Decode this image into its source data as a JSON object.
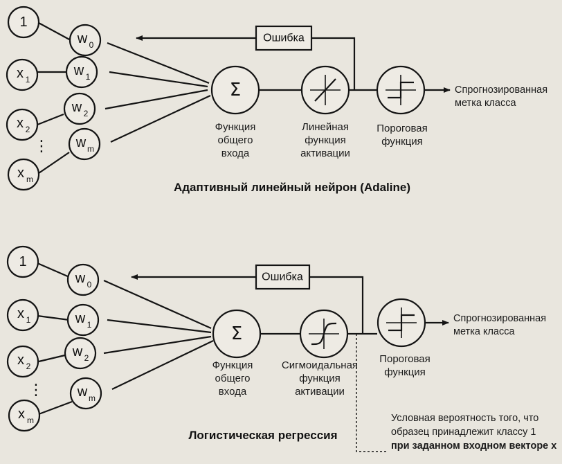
{
  "adaline": {
    "inputs": [
      "1",
      "x",
      "x",
      "x"
    ],
    "input_subs": [
      "",
      "1",
      "2",
      "m"
    ],
    "weights": [
      "w",
      "w",
      "w",
      "w"
    ],
    "weight_subs": [
      "0",
      "1",
      "2",
      "m"
    ],
    "sum_symbol": "Σ",
    "error_label": "Ошибка",
    "net_input_caption": [
      "Функция",
      "общего",
      "входа"
    ],
    "activation_caption": [
      "Линейная",
      "функция",
      "активации"
    ],
    "threshold_caption": [
      "Пороговая",
      "функция"
    ],
    "output_caption": [
      "Спрогнозированная",
      "метка класса"
    ],
    "title": "Адаптивный линейный нейрон (Adaline)"
  },
  "logistic": {
    "inputs": [
      "1",
      "x",
      "x",
      "x"
    ],
    "input_subs": [
      "",
      "1",
      "2",
      "m"
    ],
    "weights": [
      "w",
      "w",
      "w",
      "w"
    ],
    "weight_subs": [
      "0",
      "1",
      "2",
      "m"
    ],
    "sum_symbol": "Σ",
    "error_label": "Ошибка",
    "net_input_caption": [
      "Функция",
      "общего",
      "входа"
    ],
    "activation_caption": [
      "Сигмоидальная",
      "функция",
      "активации"
    ],
    "threshold_caption": [
      "Пороговая",
      "функция"
    ],
    "output_caption": [
      "Спрогнозированная",
      "метка класса"
    ],
    "probability_note": [
      "Условная вероятность того, что",
      "образец принадлежит классу 1",
      "при заданном входном векторе x"
    ],
    "title": "Логистическая регрессия"
  },
  "ellipsis": "⋮"
}
